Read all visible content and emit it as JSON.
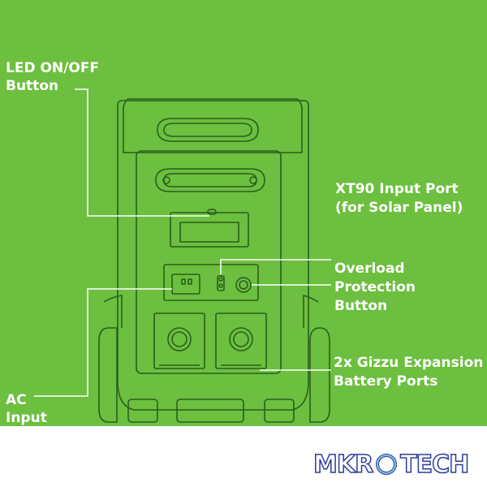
{
  "labels": {
    "led_button": "LED ON/OFF\nButton",
    "xt90_port": "XT90 Input Port\n(for Solar Panel)",
    "overload_button": "Overload\nProtection\nButton",
    "expansion_ports": "2x Gizzu Expansion\nBattery Ports",
    "ac_input": "AC\nInput"
  },
  "logo": {
    "part1": "MKR",
    "part2": "TECH"
  },
  "colors": {
    "background": "#6cbf3f",
    "line": "#ffffff",
    "outline": "#2a5f1c",
    "logo_blue": "#2a3e9a"
  }
}
